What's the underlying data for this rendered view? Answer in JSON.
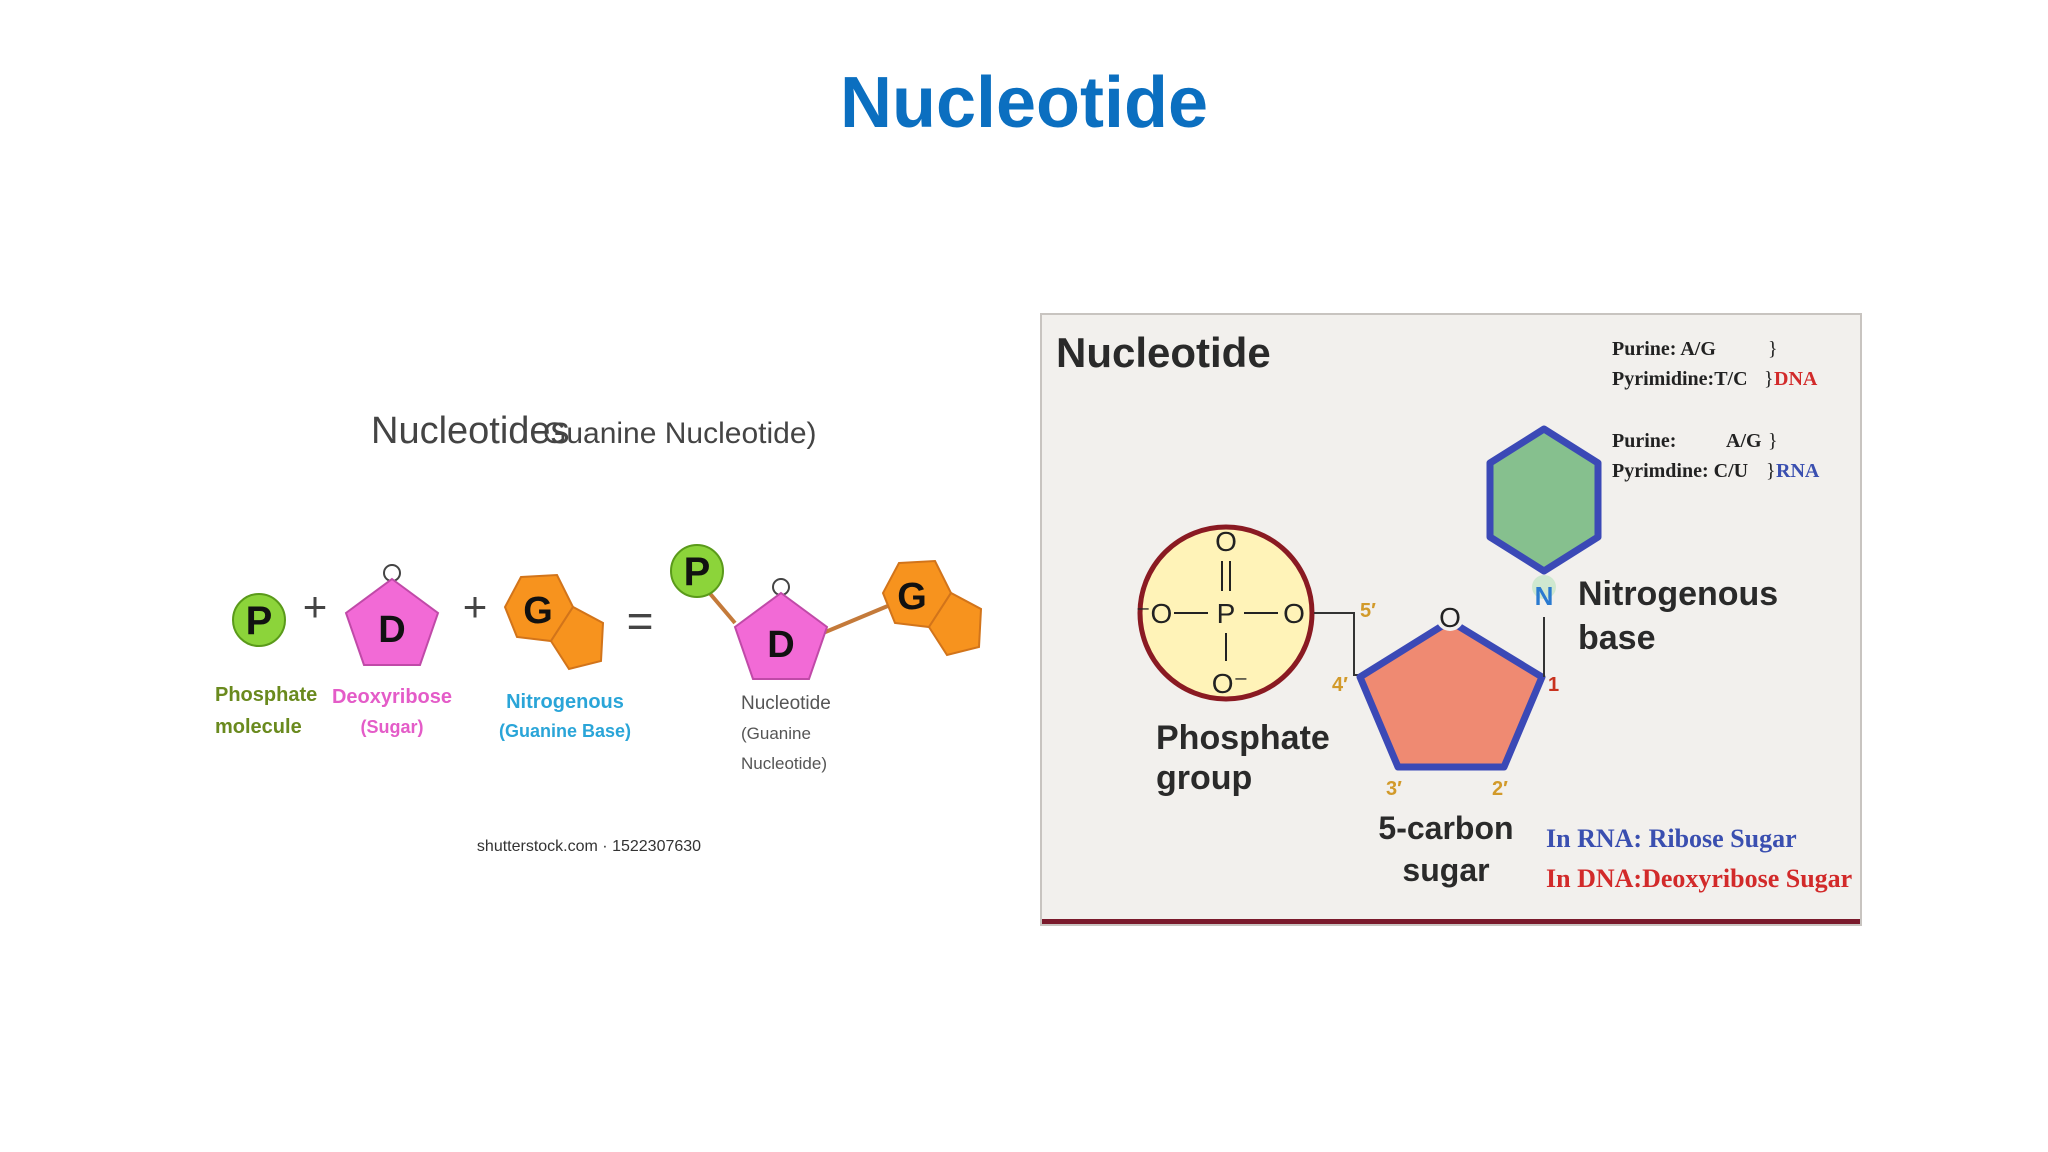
{
  "slide": {
    "title": "Nucleotide"
  },
  "left_diagram": {
    "title_main": "Nucleotides",
    "title_sub": "Guanine Nucleotide)",
    "plus": "+",
    "equals": "=",
    "phosphate": {
      "letter": "P",
      "label_line1": "Phosphate",
      "label_line2": "molecule"
    },
    "sugar": {
      "letter": "D",
      "label_line1": "Deoxyribose",
      "label_line2": "(Sugar)"
    },
    "base": {
      "letter": "G",
      "label_line1": "Nitrogenous",
      "label_line2": "(Guanine Base)"
    },
    "result": {
      "p_letter": "P",
      "d_letter": "D",
      "g_letter": "G",
      "label_line1": "Nucleotide",
      "label_line2": "(Guanine",
      "label_line3": "Nucleotide)"
    },
    "credit": "shutterstock.com · 1522307630",
    "colors": {
      "phosphate": "#8cd43a",
      "sugar": "#f26ad6",
      "base": "#f7931e",
      "phosphate_text": "#6a8a1e",
      "sugar_text": "#e45cc8",
      "base_text": "#2aa5d8"
    }
  },
  "right_diagram": {
    "title": "Nucleotide",
    "dna_note": {
      "line1": "Purine: A/G",
      "line2": "Pyrimidine:T/C",
      "tag": "DNA"
    },
    "rna_note": {
      "line1": "Purine:",
      "line1_value": "A/G",
      "line2": "Pyrimdine: C/U",
      "tag": "RNA"
    },
    "phosphate": {
      "o_top": "O",
      "o_left": "⁻O",
      "p": "P",
      "o_right": "O",
      "o_bottom": "O⁻",
      "label_line1": "Phosphate",
      "label_line2": "group"
    },
    "sugar": {
      "ring_o": "O",
      "c5": "5′",
      "c4": "4′",
      "c3": "3′",
      "c2": "2′",
      "c1": "1",
      "label_line1": "5-carbon",
      "label_line2": "sugar"
    },
    "base": {
      "n": "N",
      "label_line1": "Nitrogenous",
      "label_line2": "base"
    },
    "notes": {
      "rna": "In RNA:  Ribose Sugar",
      "dna": "In DNA:Deoxyribose Sugar"
    },
    "colors": {
      "rna": "#3a4fb0",
      "dna": "#d22a2a",
      "sugar_fill": "#ef8a72",
      "base_fill": "#86c08e",
      "outline": "#3b49b6",
      "phosphate_fill": "#fff3b8",
      "phosphate_ring": "#8a1a22"
    }
  }
}
